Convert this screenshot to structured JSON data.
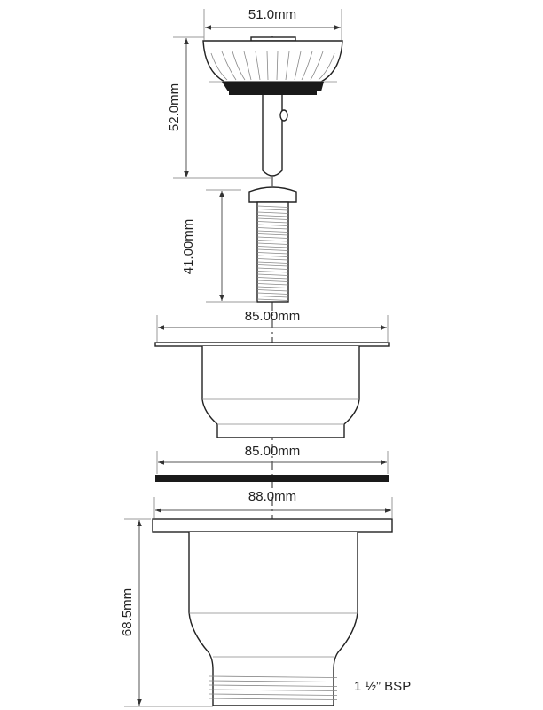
{
  "dimensions": {
    "basket_width": "51.0mm",
    "basket_height": "52.0mm",
    "screw_length": "41.00mm",
    "flange_width": "85.00mm",
    "gasket_width": "85.00mm",
    "body_flange_width": "88.0mm",
    "body_height": "68.5mm"
  },
  "thread_label": "1 ½” BSP"
}
